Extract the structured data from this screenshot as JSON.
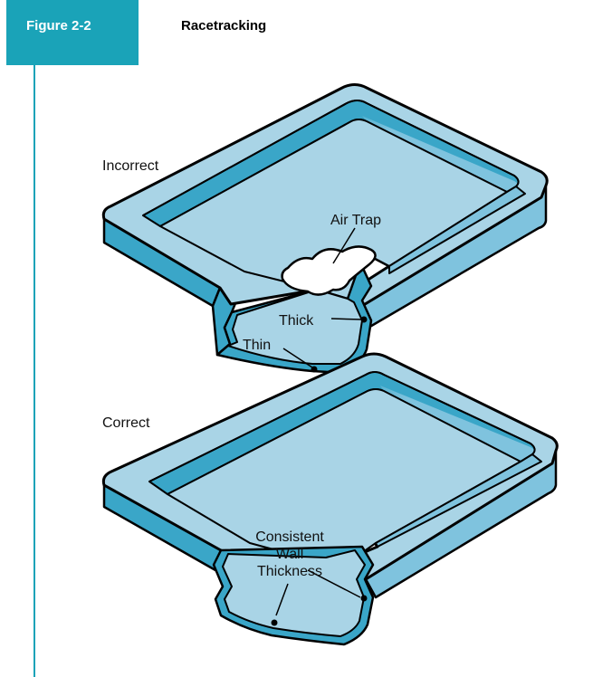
{
  "figure": {
    "number": "Figure 2-2",
    "title": "Racetracking"
  },
  "diagram": {
    "incorrect": {
      "heading": "Incorrect",
      "labels": {
        "air_trap": "Air Trap",
        "thick": "Thick",
        "thin": "Thin"
      }
    },
    "correct": {
      "heading": "Correct",
      "label_lines": [
        "Consistent",
        "Wall",
        "Thickness"
      ]
    }
  },
  "colors": {
    "accent": "#1aa3b8",
    "outer_wall": "#3aa6c8",
    "rim": "#a9d4e6",
    "inner_floor": "#a9d4e6",
    "inner_wall_dark": "#3aa6c8",
    "inner_wall_light": "#7fc3de",
    "air_trap": "#ffffff"
  }
}
